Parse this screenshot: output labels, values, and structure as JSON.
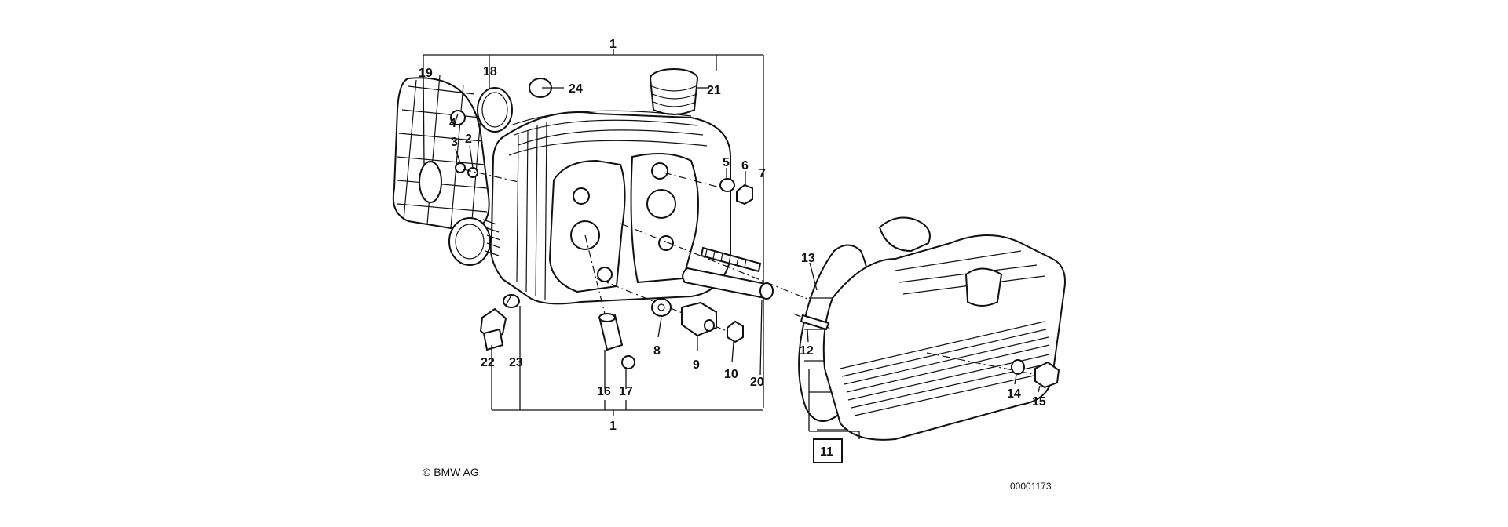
{
  "diagram": {
    "copyright": "© BMW AG",
    "image_number": "00001173",
    "callouts": {
      "c1_top": "1",
      "c1_bottom": "1",
      "c2": "2",
      "c3": "3",
      "c4": "4",
      "c5": "5",
      "c6": "6",
      "c7": "7",
      "c8": "8",
      "c9": "9",
      "c10": "10",
      "c11": "11",
      "c12": "12",
      "c13": "13",
      "c14": "14",
      "c15": "15",
      "c16": "16",
      "c17": "17",
      "c18": "18",
      "c19": "19",
      "c20": "20",
      "c21": "21",
      "c22": "22",
      "c23": "23",
      "c24": "24"
    }
  }
}
